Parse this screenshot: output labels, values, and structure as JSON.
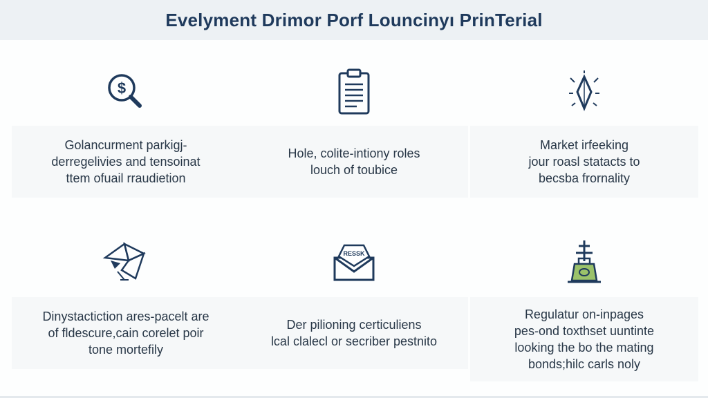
{
  "header": {
    "title": "Evelyment Drimor Porf Louncinyı PrinTerial"
  },
  "cards": [
    {
      "icon": "dollar-magnifier-icon",
      "lines": [
        "Golancurment parkigj-",
        "derregelivies and tensoinat",
        "ttem ofuail rraudietion"
      ]
    },
    {
      "icon": "clipboard-icon",
      "lines": [
        "Hole, colite-intiony roles",
        "louch of toubice"
      ]
    },
    {
      "icon": "sparkle-diamond-icon",
      "lines": [
        "Market irfeeking",
        "jour roasl statacts to",
        "becsba frornality"
      ]
    },
    {
      "icon": "origami-bird-icon",
      "lines": [
        "Dinystactiction ares-pacelt are",
        "of fldescure,cain corelet poir",
        "tone mortefily"
      ]
    },
    {
      "icon": "envelope-document-icon",
      "icon_text": "RESSK",
      "lines": [
        "Der pilioning certiculiens",
        "lcal clalecl or secriber pestnito"
      ]
    },
    {
      "icon": "money-pedestal-icon",
      "lines": [
        "Regulatur on-inpages",
        "pes-ond toxthset uuntinte",
        "looking the bo the mating",
        "bonds;hilc carls noly"
      ]
    }
  ],
  "colors": {
    "title": "#1f3a5c",
    "header_bg": "#edf1f4",
    "card_bg": "#f6f8f9",
    "icon_stroke": "#1f3a5c",
    "accent_green": "#9bc26a"
  }
}
